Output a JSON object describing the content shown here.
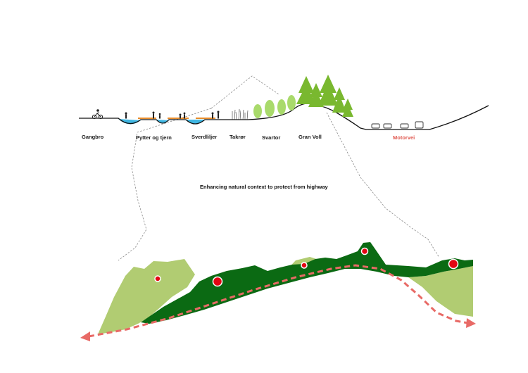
{
  "section_labels": [
    {
      "id": "gangbro",
      "text": "Gangbro"
    },
    {
      "id": "pytter",
      "text": "Pytter og tjern"
    },
    {
      "id": "sverdliljer",
      "text": "Sverdliljer"
    },
    {
      "id": "takror",
      "text": "Takrør"
    },
    {
      "id": "svartor",
      "text": "Svartor"
    },
    {
      "id": "granvoll",
      "text": "Gran Voll"
    },
    {
      "id": "motorvei",
      "text": "Motorvei"
    }
  ],
  "caption": "Enhancing natural context to protect from highway",
  "colors": {
    "light_green": "#b1cc72",
    "dark_green": "#0b6a13",
    "marker_red": "#e30613",
    "path_dashed": "#e86a66",
    "water": "#3fb6e2",
    "boardwalk": "#e88d2c",
    "accent_label": "#e0584f",
    "leader_line": "#888888",
    "spruce": "#79b82f",
    "deciduous": "#a9da6b"
  },
  "icons": {
    "people": "pedestrian-silhouette-icon",
    "cyclist": "cyclist-icon",
    "cars": "car-icon",
    "trees": "spruce-tree-icon"
  }
}
